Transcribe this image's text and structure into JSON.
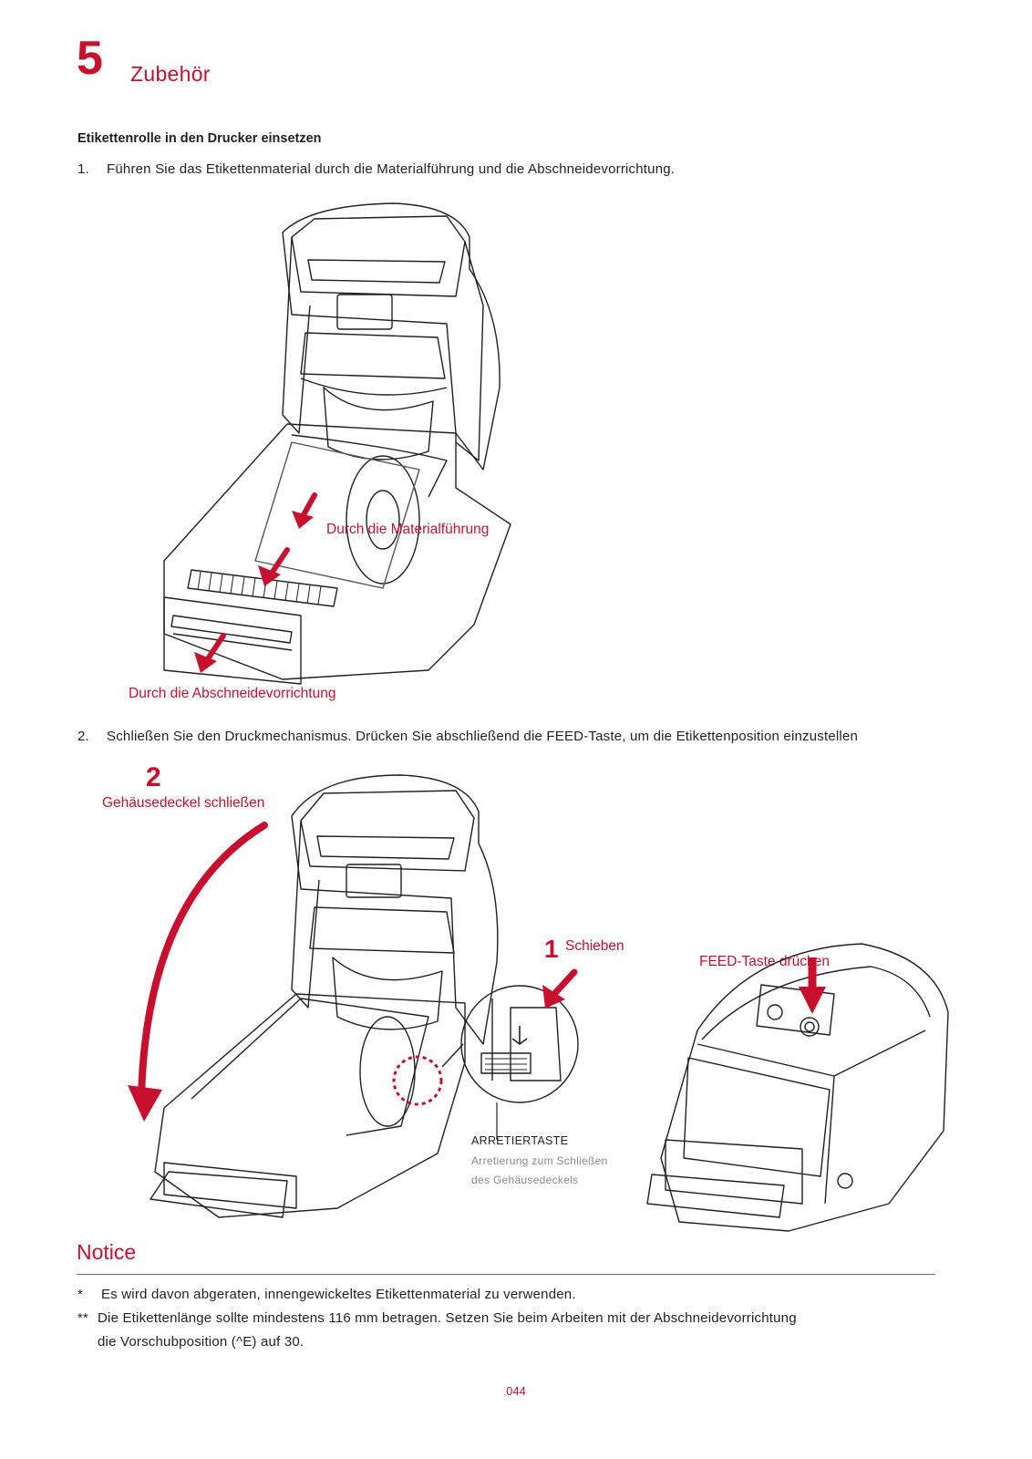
{
  "header": {
    "chapter_number": "5",
    "chapter_title": "Zubehör"
  },
  "section": {
    "heading": "Etikettenrolle in den Drucker einsetzen"
  },
  "steps": [
    {
      "number": "1.",
      "text": "Führen Sie das Etikettenmaterial durch die Materialführung und die Abschneidevorrichtung."
    },
    {
      "number": "2.",
      "text": "Schließen Sie den Druckmechanismus. Drücken Sie abschließend die FEED-Taste, um die Etikettenposition einzustellen"
    }
  ],
  "figure1": {
    "label_media_guide": "Durch die Materialführung",
    "label_cutter": "Durch die Abschneidevorrichtung"
  },
  "figure2": {
    "step2_number": "2",
    "step2_label": "Gehäusedeckel schließen",
    "step1_number": "1",
    "step1_label": "Schieben",
    "feed_label": "FEED-Taste drücken",
    "lock_title": "ARRETIERTASTE",
    "lock_desc_line1": "Arretierung zum Schließen",
    "lock_desc_line2": "des Gehäusedeckels"
  },
  "notice": {
    "title": "Notice",
    "items": [
      {
        "marker": "*",
        "text": "Es wird davon abgeraten, innengewickeltes Etikettenmaterial zu verwenden."
      },
      {
        "marker": "**",
        "text_line1": "Die Etikettenlänge sollte mindestens 116 mm betragen. Setzen Sie beim Arbeiten mit der Abschneidevorrichtung",
        "text_line2": "die Vorschubposition (^E) auf 30."
      }
    ]
  },
  "footer": {
    "page_number": "044"
  },
  "colors": {
    "accent": "#c8102e",
    "text": "#231f20",
    "grey": "#8a8a8a"
  }
}
